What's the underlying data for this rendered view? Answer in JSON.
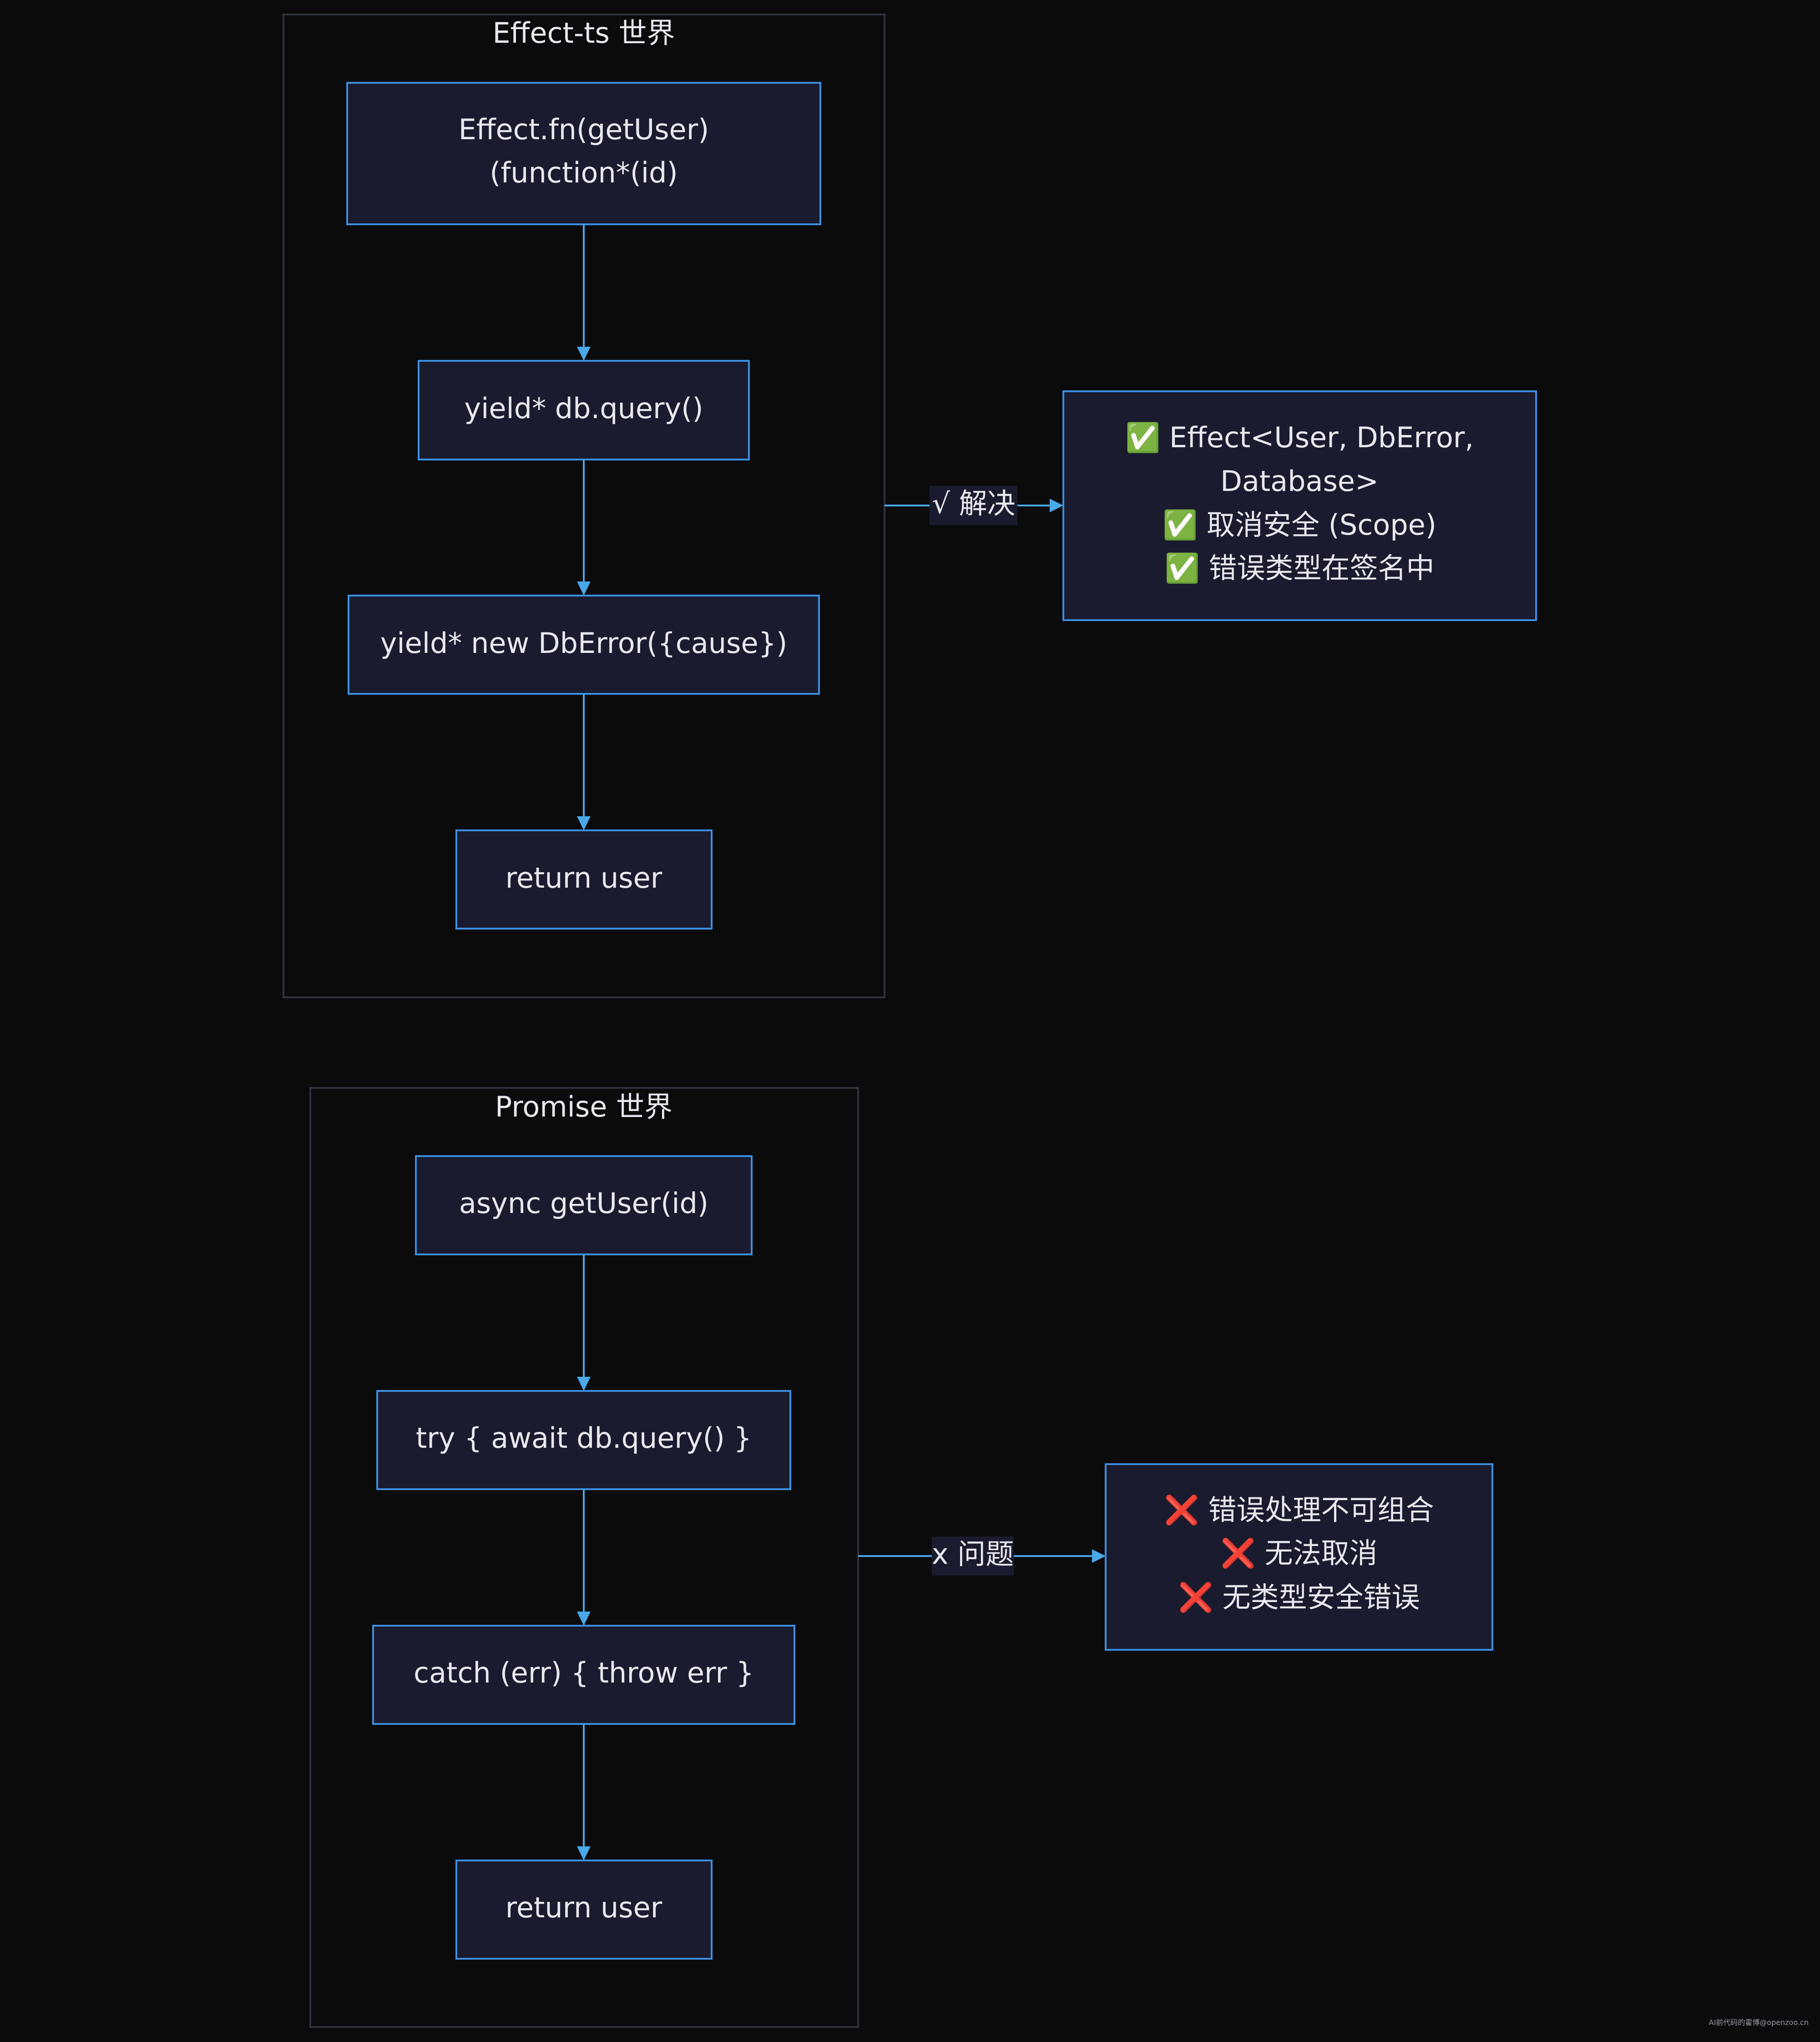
{
  "effect_world": {
    "title": "Effect-ts 世界",
    "node_fn_line1": "Effect.fn(getUser)",
    "node_fn_line2": "(function*(id)",
    "node_query": "yield* db.query()",
    "node_error": "yield* new DbError({cause})",
    "node_return": "return user",
    "edge_label": "√ 解决",
    "result_line1": "✅ Effect<User, DbError,",
    "result_line2": "Database>",
    "result_line3": "✅ 取消安全 (Scope)",
    "result_line4": "✅ 错误类型在签名中"
  },
  "promise_world": {
    "title": "Promise 世界",
    "node_async": "async getUser(id)",
    "node_try": "try { await db.query() }",
    "node_catch": "catch (err) { throw err }",
    "node_return": "return user",
    "edge_label": "x 问题",
    "result_line1": "❌ 错误处理不可组合",
    "result_line2": "❌ 无法取消",
    "result_line3": "❌ 无类型安全错误"
  },
  "watermark": "AI前代码的霍博@openzoo.cn",
  "colors": {
    "background": "#0b0b0c",
    "node_fill": "#1a1b2e",
    "node_stroke": "#3d8fe0",
    "edge": "#4aa8e8",
    "cluster_stroke": "#30323c"
  }
}
